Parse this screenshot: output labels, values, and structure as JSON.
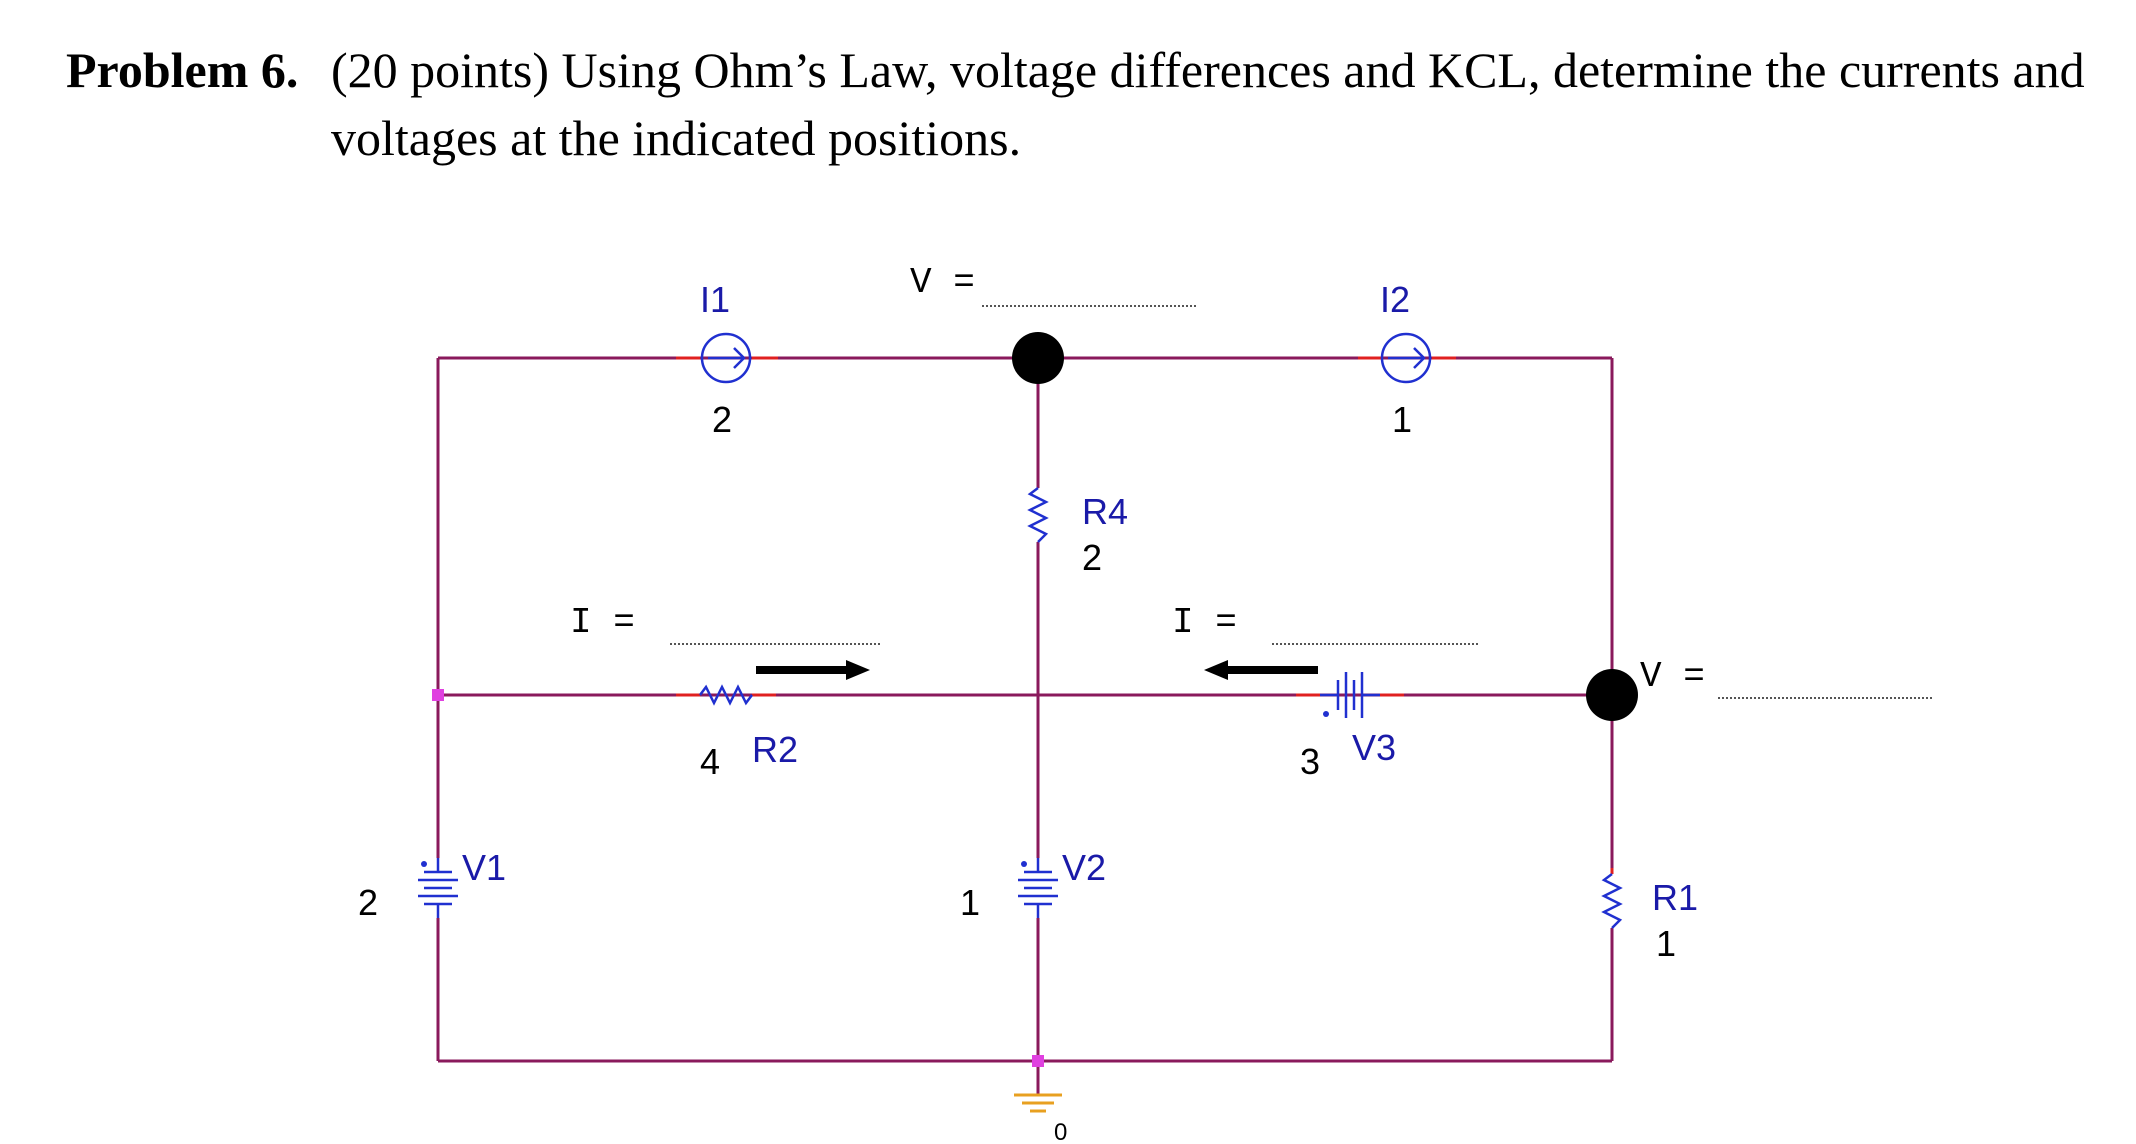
{
  "problem": {
    "number": "Problem 6.",
    "text": "(20 points) Using Ohm’s Law, voltage differences and KCL, determine the currents and voltages at the indicated positions."
  },
  "circuit": {
    "components": {
      "I1": {
        "name": "I1",
        "value": "2"
      },
      "I2": {
        "name": "I2",
        "value": "1"
      },
      "R4": {
        "name": "R4",
        "value": "2"
      },
      "R2": {
        "name": "R2",
        "value": "4"
      },
      "V3": {
        "name": "V3",
        "value": "3"
      },
      "V1": {
        "name": "V1",
        "value": "2"
      },
      "V2": {
        "name": "V2",
        "value": "1"
      },
      "R1": {
        "name": "R1",
        "value": "1"
      },
      "ground": {
        "value": "0"
      }
    },
    "annotations": {
      "top_node_voltage": "V  =",
      "right_node_voltage": "V  =",
      "current_r2": "I  =",
      "current_v3": "I  ="
    }
  }
}
